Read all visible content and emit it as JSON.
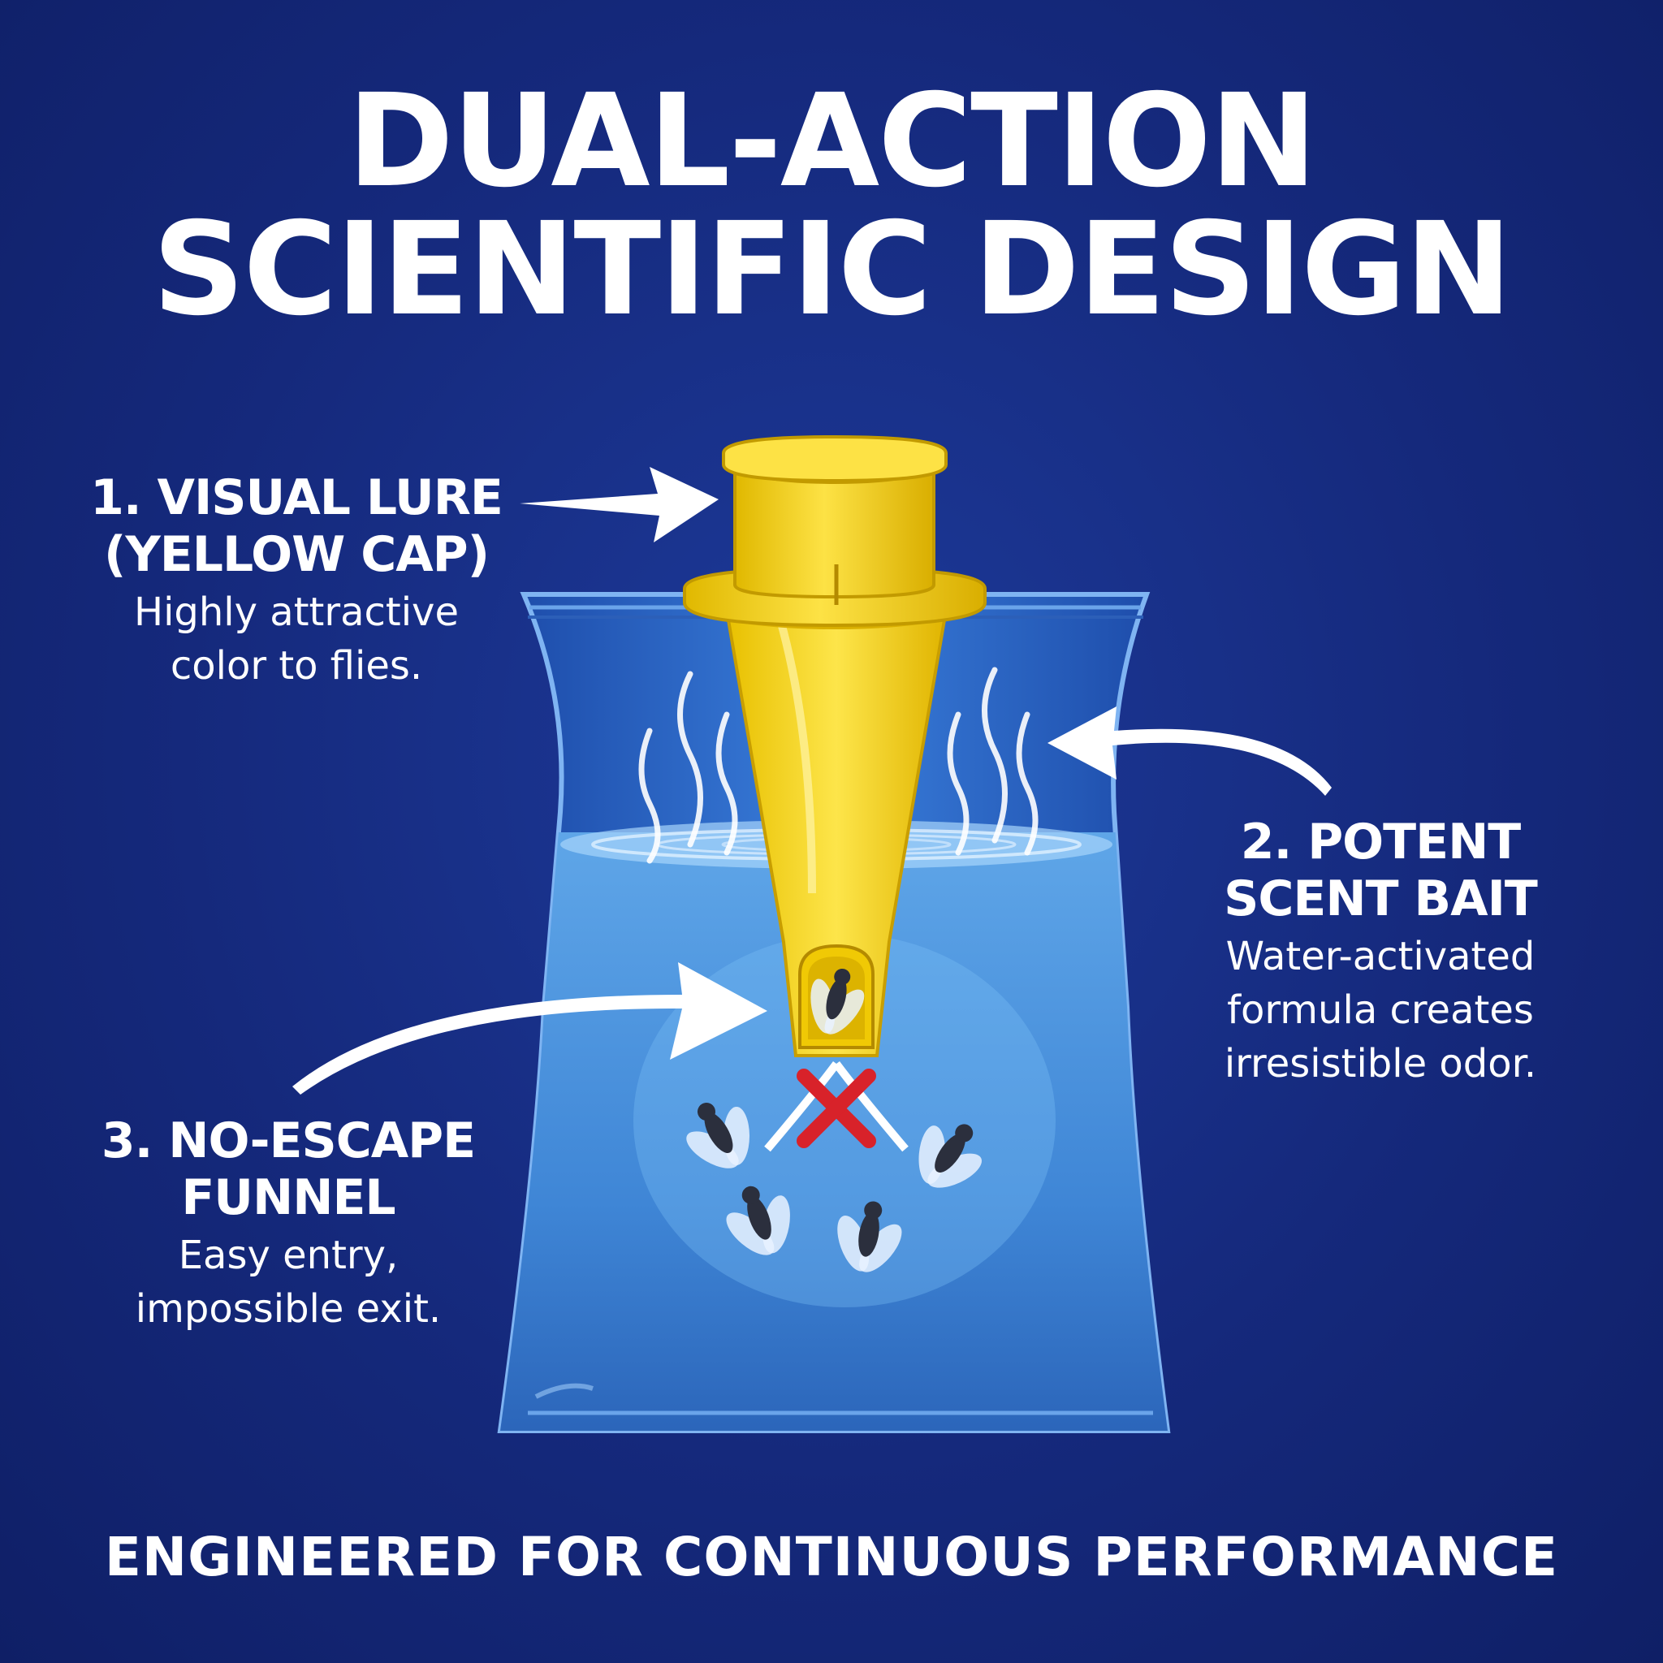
{
  "title": {
    "line1": "DUAL-ACTION",
    "line2": "SCIENTIFIC DESIGN"
  },
  "callouts": [
    {
      "head1": "1. VISUAL LURE",
      "head2": "(YELLOW CAP)",
      "desc1": "Highly attractive",
      "desc2": "color to flies."
    },
    {
      "head1": "2. POTENT",
      "head2": "SCENT BAIT",
      "desc1": "Water-activated",
      "desc2": "formula creates",
      "desc3": "irresistible odor."
    },
    {
      "head1": "3. NO-ESCAPE",
      "head2": "FUNNEL",
      "desc1": "Easy entry,",
      "desc2": "impossible exit."
    }
  ],
  "footer": "ENGINEERED FOR CONTINUOUS PERFORMANCE",
  "colors": {
    "background": "#14287a",
    "cap_yellow": "#f5d20f",
    "bag_blue": "#2f6fd0",
    "water": "#5fa6e8",
    "text": "#ffffff",
    "x_mark": "#d8222a"
  },
  "icons": [
    "arrow-icon",
    "fly-icon",
    "x-mark-icon",
    "scent-wave-icon"
  ]
}
